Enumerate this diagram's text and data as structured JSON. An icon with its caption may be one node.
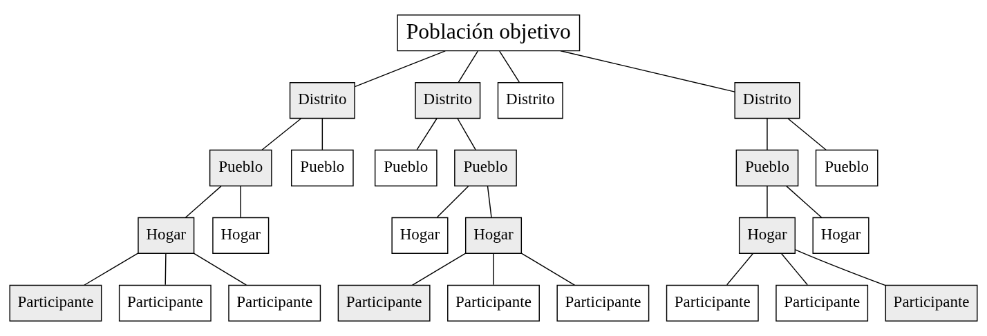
{
  "diagram": {
    "nodes": [
      {
        "text": [
          "Población objetivo"
        ]
      },
      {
        "text": [
          "Distrito"
        ]
      },
      {
        "text": [
          "Distrito"
        ]
      },
      {
        "text": [
          "Distrito"
        ]
      },
      {
        "text": [
          "Distrito"
        ]
      },
      {
        "text": [
          "Pueblo"
        ]
      },
      {
        "text": [
          "Pueblo"
        ]
      },
      {
        "text": [
          "Pueblo"
        ]
      },
      {
        "text": [
          "Pueblo"
        ]
      },
      {
        "text": [
          "Pueblo"
        ]
      },
      {
        "text": [
          "Pueblo"
        ]
      },
      {
        "text": [
          "Hogar"
        ]
      },
      {
        "text": [
          "Hogar"
        ]
      },
      {
        "text": [
          "Hogar"
        ]
      },
      {
        "text": [
          "Hogar"
        ]
      },
      {
        "text": [
          "Hogar"
        ]
      },
      {
        "text": [
          "Hogar"
        ]
      },
      {
        "text": [
          "Participante"
        ]
      },
      {
        "text": [
          "Participante"
        ]
      },
      {
        "text": [
          "Participante"
        ]
      },
      {
        "text": [
          "Participante"
        ]
      },
      {
        "text": [
          "Participante"
        ]
      },
      {
        "text": [
          "Participante"
        ]
      },
      {
        "text": [
          "Participante"
        ]
      },
      {
        "text": [
          "Participante"
        ]
      },
      {
        "text": [
          "Participante"
        ]
      }
    ],
    "edges": [
      {
        "from": 0,
        "to": 1,
        "arrow": "none"
      },
      {
        "from": 0,
        "to": 2,
        "arrow": "none"
      },
      {
        "from": 0,
        "to": 3,
        "arrow": "none"
      },
      {
        "from": 0,
        "to": 4,
        "arrow": "none"
      },
      {
        "from": 1,
        "to": 5,
        "arrow": "none"
      },
      {
        "from": 1,
        "to": 6,
        "arrow": "none"
      },
      {
        "from": 2,
        "to": 7,
        "arrow": "none"
      },
      {
        "from": 2,
        "to": 8,
        "arrow": "none"
      },
      {
        "from": 4,
        "to": 9,
        "arrow": "none"
      },
      {
        "from": 4,
        "to": 10,
        "arrow": "none"
      },
      {
        "from": 5,
        "to": 11,
        "arrow": "none"
      },
      {
        "from": 5,
        "to": 12,
        "arrow": "none"
      },
      {
        "from": 8,
        "to": 13,
        "arrow": "none"
      },
      {
        "from": 8,
        "to": 14,
        "arrow": "none"
      },
      {
        "from": 9,
        "to": 15,
        "arrow": "none"
      },
      {
        "from": 9,
        "to": 16,
        "arrow": "none"
      },
      {
        "from": 11,
        "to": 17,
        "arrow": "none"
      },
      {
        "from": 11,
        "to": 18,
        "arrow": "none"
      },
      {
        "from": 11,
        "to": 19,
        "arrow": "none"
      },
      {
        "from": 14,
        "to": 20,
        "arrow": "none"
      },
      {
        "from": 14,
        "to": 21,
        "arrow": "none"
      },
      {
        "from": 14,
        "to": 22,
        "arrow": "none"
      },
      {
        "from": 15,
        "to": 23,
        "arrow": "none"
      },
      {
        "from": 15,
        "to": 24,
        "arrow": "none"
      },
      {
        "from": 15,
        "to": 25,
        "arrow": "none"
      }
    ]
  }
}
